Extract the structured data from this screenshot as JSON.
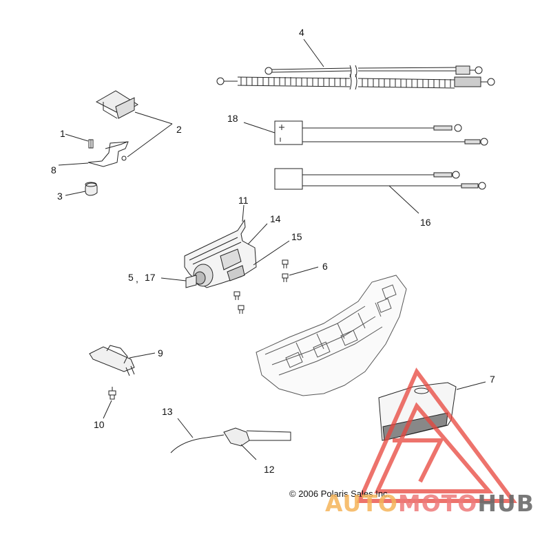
{
  "callouts": [
    {
      "id": "c1",
      "text": "1"
    },
    {
      "id": "c2",
      "text": "2"
    },
    {
      "id": "c3",
      "text": "3"
    },
    {
      "id": "c4",
      "text": "4"
    },
    {
      "id": "c5",
      "text": "5"
    },
    {
      "id": "c5sep",
      "text": ","
    },
    {
      "id": "c17",
      "text": "17"
    },
    {
      "id": "c6",
      "text": "6"
    },
    {
      "id": "c7",
      "text": "7"
    },
    {
      "id": "c8",
      "text": "8"
    },
    {
      "id": "c9",
      "text": "9"
    },
    {
      "id": "c10",
      "text": "10"
    },
    {
      "id": "c11",
      "text": "11"
    },
    {
      "id": "c12",
      "text": "12"
    },
    {
      "id": "c13",
      "text": "13"
    },
    {
      "id": "c14",
      "text": "14"
    },
    {
      "id": "c15",
      "text": "15"
    },
    {
      "id": "c16",
      "text": "16"
    },
    {
      "id": "c18",
      "text": "18"
    }
  ],
  "copyright": "© 2006 Polaris Sales Inc.",
  "watermark": {
    "part1": "AUTO",
    "part2": "MOTO",
    "part3": "HUB",
    "triangle_color": "#e8453c"
  },
  "colors": {
    "line": "#222222",
    "background": "#ffffff"
  }
}
